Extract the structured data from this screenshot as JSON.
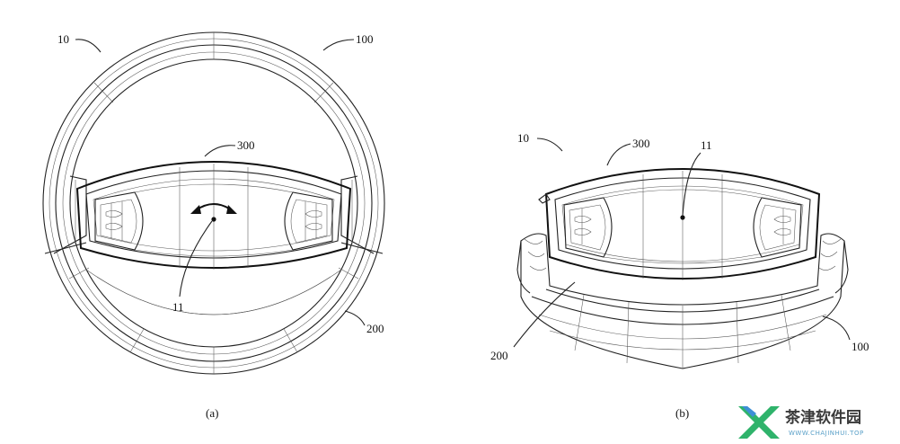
{
  "figure_a": {
    "caption": "(a)",
    "labels": {
      "wheel": "10",
      "rim_top": "100",
      "module": "300",
      "rim_bottom": "200",
      "axis": "11"
    }
  },
  "figure_b": {
    "caption": "(b)",
    "labels": {
      "wheel": "10",
      "module": "300",
      "axis": "11",
      "rim_lower": "200",
      "rim_side": "100"
    }
  },
  "watermark": {
    "text_cn": "茶津软件园",
    "text_en": "WWW.CHAJINHUI.TOP",
    "colors": {
      "green": "#2fb36b",
      "blue": "#3d8fd6"
    }
  }
}
